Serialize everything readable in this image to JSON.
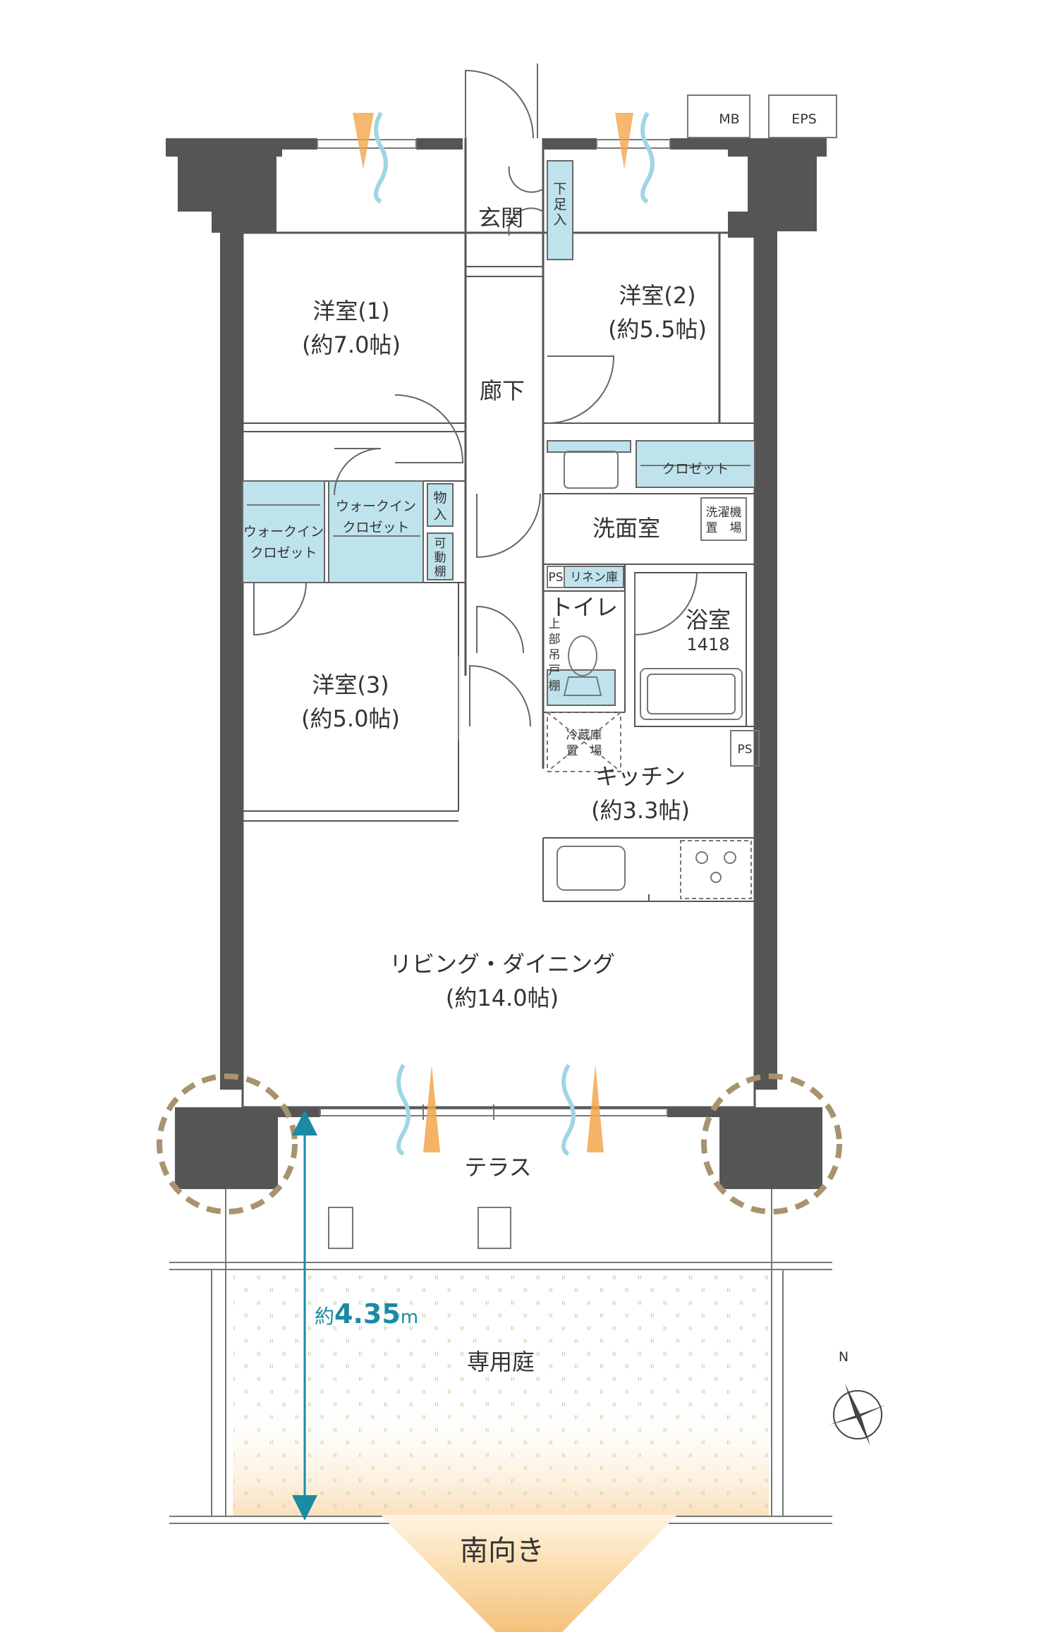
{
  "labels": {
    "mb": "MB",
    "eps": "EPS",
    "entrance": "玄関",
    "shoe": [
      "下",
      "足",
      "入"
    ],
    "room1_name": "洋室(1)",
    "room1_size": "(約7.0帖)",
    "room2_name": "洋室(2)",
    "room2_size": "(約5.5帖)",
    "hallway": "廊下",
    "closet": "クロゼット",
    "wic_a": [
      "ウォークイン",
      "クロゼット"
    ],
    "wic_b": [
      "ウォークイン",
      "クロゼット"
    ],
    "storage": [
      "物",
      "入"
    ],
    "movable_shelf": [
      "可",
      "動",
      "棚"
    ],
    "washroom": "洗面室",
    "washer": [
      "洗濯機",
      "置　場"
    ],
    "ps1": "PS",
    "linen": "リネン庫",
    "toilet": "トイレ",
    "upper_shelf": [
      "上",
      "部",
      "吊",
      "戸",
      "棚"
    ],
    "bath_name": "浴室",
    "bath_size": "1418",
    "room3_name": "洋室(3)",
    "room3_size": "(約5.0帖)",
    "fridge": [
      "冷蔵庫",
      "置　場"
    ],
    "ps2": "PS",
    "kitchen_name": "キッチン",
    "kitchen_size": "(約3.3帖)",
    "living_name": "リビング・ダイニング",
    "living_size": "(約14.0帖)",
    "terrace": "テラス",
    "dim_prefix": "約",
    "dim_value": "4.35",
    "dim_unit": "m",
    "garden": "専用庭",
    "south": "南向き",
    "north": "N"
  },
  "colors": {
    "wall": "#555555",
    "closet": "#bfe3ec",
    "dimension": "#1b8aa3",
    "column_ring": "#a7946f",
    "wind_blue": "#9fd6e3",
    "sun_orange": "#f2a64a",
    "garden_dots": "#9fcf8a"
  }
}
